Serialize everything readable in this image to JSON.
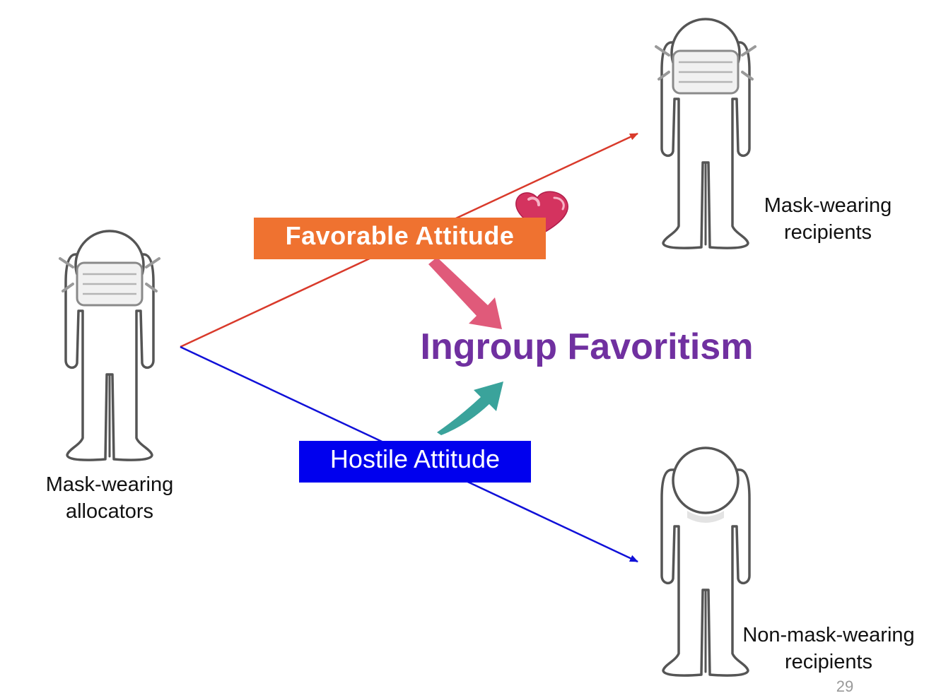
{
  "labels": {
    "allocators": [
      "Mask-wearing",
      "allocators"
    ],
    "mask_recipients": [
      "Mask-wearing",
      "recipients"
    ],
    "nonmask_recipients": [
      "Non-mask-wearing",
      "recipients"
    ]
  },
  "attitudes": {
    "favorable": "Favorable Attitude",
    "hostile": "Hostile Attitude"
  },
  "result": "Ingroup Favoritism",
  "page_number": "29",
  "colors": {
    "favorable_line": "#d93a2b",
    "hostile_line": "#1010d8",
    "favorable_box": "#ef7230",
    "hostile_box": "#0000ee",
    "result_text": "#7030a0",
    "pink_arrow": "#e05a7a",
    "teal_arrow": "#3aa39b",
    "heart": "#d4335f"
  },
  "icons": [
    "person-icon",
    "face-mask-icon",
    "heart-icon",
    "arrow-icon"
  ]
}
